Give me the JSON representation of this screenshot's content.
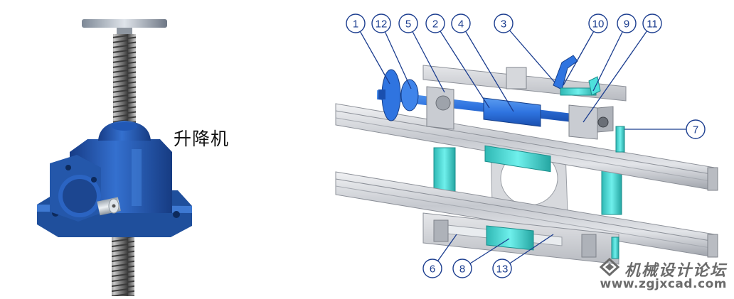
{
  "left": {
    "caption": "升降机"
  },
  "callouts": [
    {
      "id": "1",
      "label": "1"
    },
    {
      "id": "12",
      "label": "12"
    },
    {
      "id": "5",
      "label": "5"
    },
    {
      "id": "2",
      "label": "2"
    },
    {
      "id": "4",
      "label": "4"
    },
    {
      "id": "3",
      "label": "3"
    },
    {
      "id": "10",
      "label": "10"
    },
    {
      "id": "9",
      "label": "9"
    },
    {
      "id": "11",
      "label": "11"
    },
    {
      "id": "7",
      "label": "7"
    },
    {
      "id": "6",
      "label": "6"
    },
    {
      "id": "8",
      "label": "8"
    },
    {
      "id": "13",
      "label": "13"
    }
  ],
  "watermark": {
    "text": "机械设计论坛",
    "url": "www.zgjxcad.com"
  },
  "colors": {
    "jack_blue": "#2a5fb0",
    "part_cyan": "#40d4d0",
    "part_blue": "#2f74e0",
    "rail_gray": "#c9ccd2",
    "callout_stroke": "#1b3d8f"
  }
}
